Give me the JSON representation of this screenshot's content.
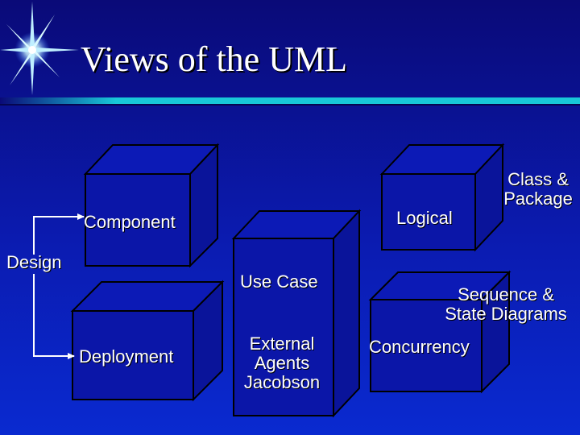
{
  "slide": {
    "title": "Views of the UML",
    "views": {
      "component": "Component",
      "design": "Design",
      "deployment": "Deployment",
      "use_case": "Use Case",
      "external_agents": "External\nAgents\nJacobson",
      "logical": "Logical",
      "class_package": "Class &\nPackage",
      "sequence_state": "Sequence &\nState Diagrams",
      "concurrency": "Concurrency"
    }
  },
  "colors": {
    "background_top": "#0a0a78",
    "background_bottom": "#0a2ad0",
    "rule_cyan": "#18c8d8",
    "text": "#ffffff"
  },
  "icons": [
    "starburst-icon"
  ]
}
